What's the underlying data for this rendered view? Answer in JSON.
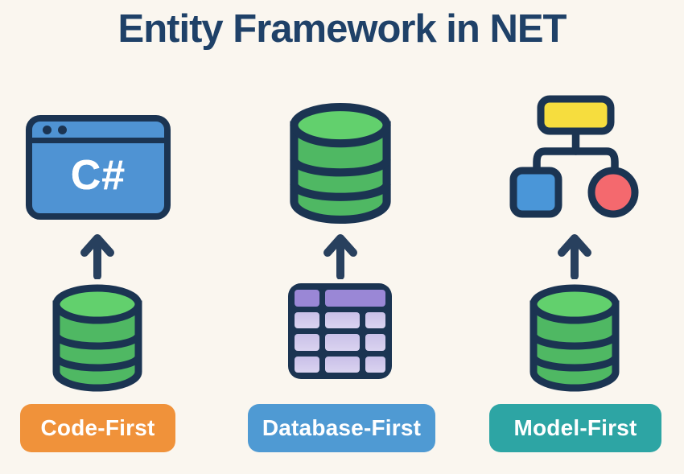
{
  "title": "Entity Framework in NET",
  "columns": [
    {
      "label": "Code-First",
      "label_color": "#f0923a",
      "top_icon": "csharp-window",
      "window_text": "C#",
      "bottom_icon": "database",
      "arrow_direction": "up"
    },
    {
      "label": "Database-First",
      "label_color": "#4f9ad3",
      "top_icon": "database",
      "bottom_icon": "table",
      "arrow_direction": "up"
    },
    {
      "label": "Model-First",
      "label_color": "#2da5a4",
      "top_icon": "model-diagram",
      "bottom_icon": "database",
      "arrow_direction": "up"
    }
  ],
  "colors": {
    "background": "#faf6ef",
    "outline_navy": "#1b3452",
    "title_navy": "#1f4168",
    "window_blue": "#4f93d3",
    "db_green_body": "#4fb863",
    "db_green_top": "#62d06d",
    "table_header_purple": "#9a87d6",
    "table_cell_purple": "#c9c0e8",
    "table_cell_purple_light": "#dad3f0",
    "model_yellow": "#f6dd3e",
    "model_blue": "#4a96d8",
    "model_red": "#f4696e",
    "arrow_navy": "#28405e",
    "label_text": "#ffffff"
  }
}
